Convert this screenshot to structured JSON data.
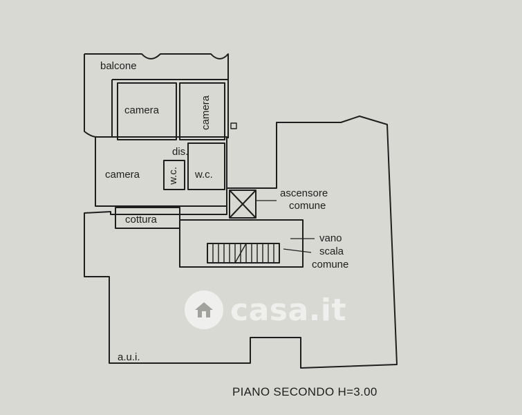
{
  "plan": {
    "rooms": {
      "balcone": "balcone",
      "camera_1": "camera",
      "camera_2": "camera",
      "camera_3": "camera",
      "dis": "dis.",
      "wc_1": "w.c.",
      "wc_2": "w.c.",
      "cottura": "cottura",
      "ascensore_1": "ascensore",
      "ascensore_2": "comune",
      "vano_1": "vano",
      "vano_2": "scala",
      "vano_3": "comune",
      "aui": "a.u.i."
    },
    "caption": "PIANO SECONDO H=3.00"
  },
  "watermark": {
    "text": "casa.it",
    "icon": "house-icon"
  },
  "colors": {
    "paper": "#d9d9d4",
    "line": "#1e1e1e",
    "watermark": "#f3f3f1"
  }
}
